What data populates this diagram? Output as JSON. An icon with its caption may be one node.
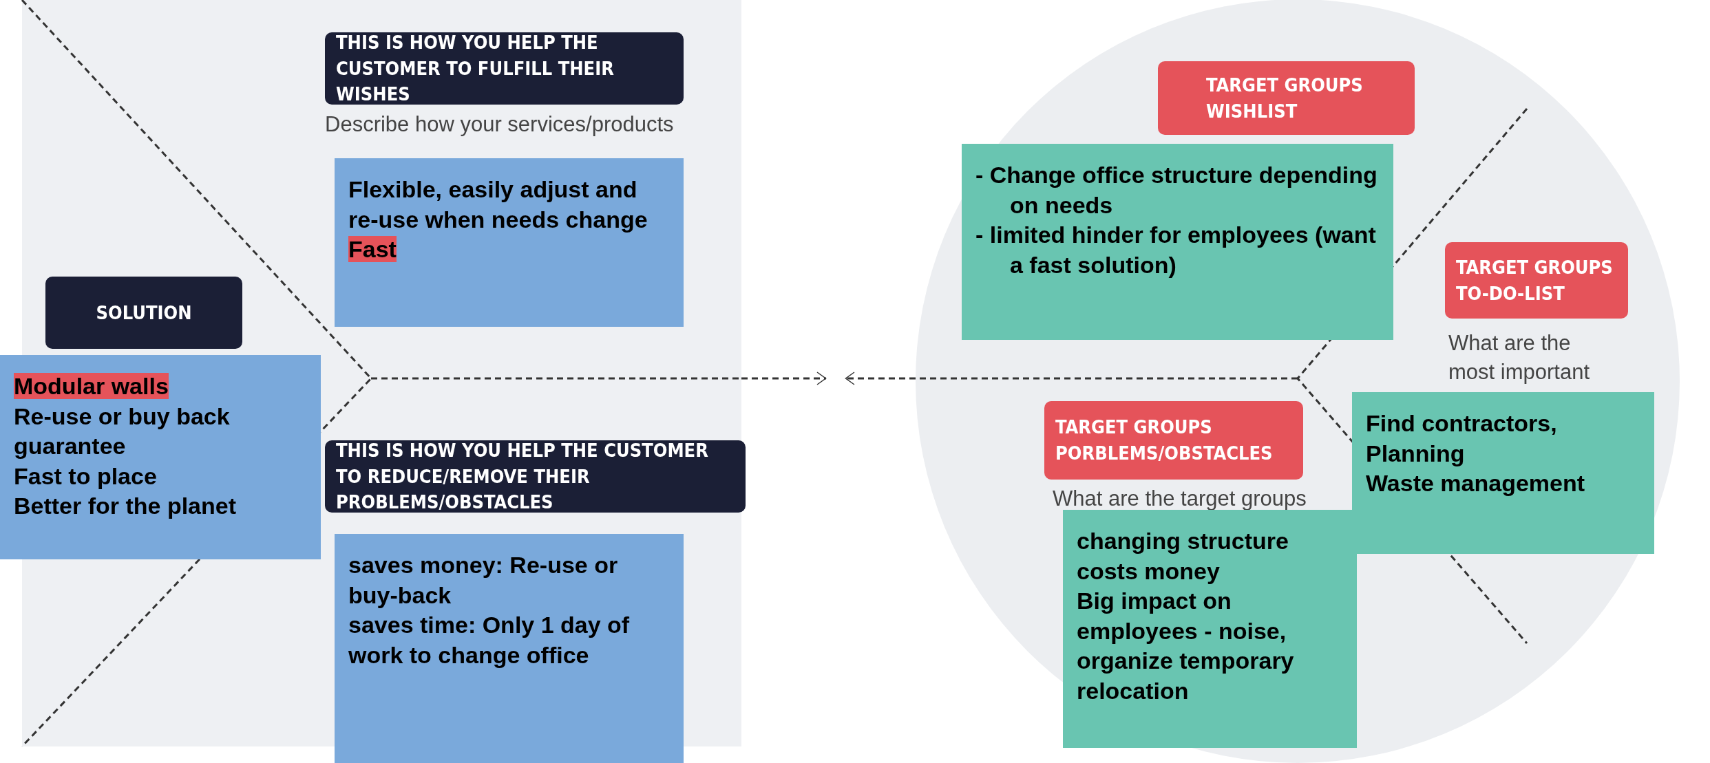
{
  "diagram": {
    "nodes": [
      {
        "text": [],
        "shape": "box"
      },
      {
        "text": [
          "SOLUTION"
        ],
        "in": 0
      },
      {
        "text": [
          "THIS IS HOW YOU HELP THE CUSTOMER TO FULFILL THEIR WISHES"
        ],
        "in": 0
      },
      {
        "text": [
          "THIS IS HOW YOU HELP THE CUSTOMER TO REDUCE/REMOVE THEIR PROBLEMS/OBSTACLES"
        ],
        "in": 0
      },
      {
        "text": [
          "Modular walls",
          "Re-use or buy back guarantee",
          "Fast to place",
          "Better for the planet"
        ]
      },
      {
        "text": [
          "Flexible, easily adjust and re-use when needs change",
          "Fast"
        ],
        "in": 0
      },
      {
        "text": [
          "saves money: Re-use or buy-back",
          "saves time: Only 1 day of work to change office"
        ]
      },
      {
        "text": [],
        "shape": "circle"
      },
      {
        "text": [
          "TARGET GROUPS WISHLIST"
        ],
        "in": 7
      },
      {
        "text": [
          "TARGET GROUPS TO-DO-LIST"
        ],
        "in": 7
      },
      {
        "text": [
          "TARGET GROUPS PORBLEMS/OBSTACLES"
        ],
        "in": 7
      },
      {
        "text": [
          "- Change office structure depending on needs",
          "- limited hinder for employees (want a fast solution)"
        ],
        "in": 7
      },
      {
        "text": [
          "Find contractors,",
          "Planning",
          "Waste management"
        ],
        "in": 7
      },
      {
        "text": [
          "changing structure costs money",
          "Big impact on employees - noise, organize temporary relocation"
        ],
        "in": 7
      }
    ],
    "edges": [
      {
        "from": 0,
        "to": null,
        "arrow": "to",
        "style": "dashed"
      },
      {
        "from": 7,
        "to": null,
        "arrow": "to",
        "style": "dashed"
      }
    ],
    "labels": [
      "Describe how your services/products",
      "What are the most important",
      "What are the target groups"
    ]
  }
}
